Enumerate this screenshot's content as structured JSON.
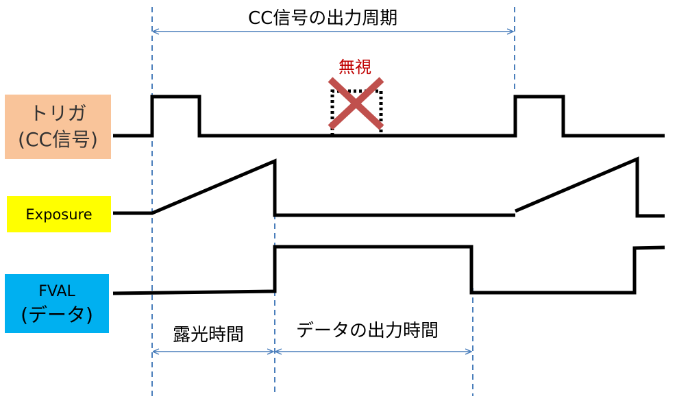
{
  "title": "CC信号の出力周期",
  "ignore_label": "無視",
  "signals": {
    "trigger": {
      "line1": "トリガ",
      "line2": "(CC信号)"
    },
    "exposure": {
      "label": "Exposure"
    },
    "fval": {
      "line1": "FVAL",
      "line2": "(データ)"
    }
  },
  "spans": {
    "exposure_time": "露光時間",
    "data_output_time": "データの出力時間"
  },
  "colors": {
    "guide": "#4a7ebb",
    "ignore_mark": "#c0504d",
    "ignore_text": "#c00000",
    "trigger_bg": "#f9c49a",
    "exposure_bg": "#ffff00",
    "fval_bg": "#00b0f0"
  }
}
